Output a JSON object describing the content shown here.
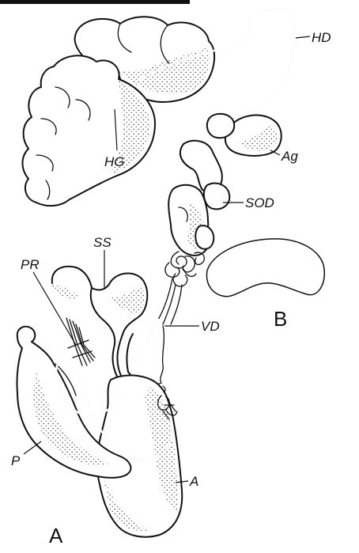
{
  "figure": {
    "panels": [
      {
        "key": "a",
        "letter": "A"
      },
      {
        "key": "b",
        "letter": "B"
      }
    ],
    "labels": {
      "hd": "HD",
      "hg": "HG",
      "ag": "Ag",
      "sod": "SOD",
      "ss": "SS",
      "pr": "PR",
      "vd": "VD",
      "p": "P",
      "a": "A"
    }
  }
}
